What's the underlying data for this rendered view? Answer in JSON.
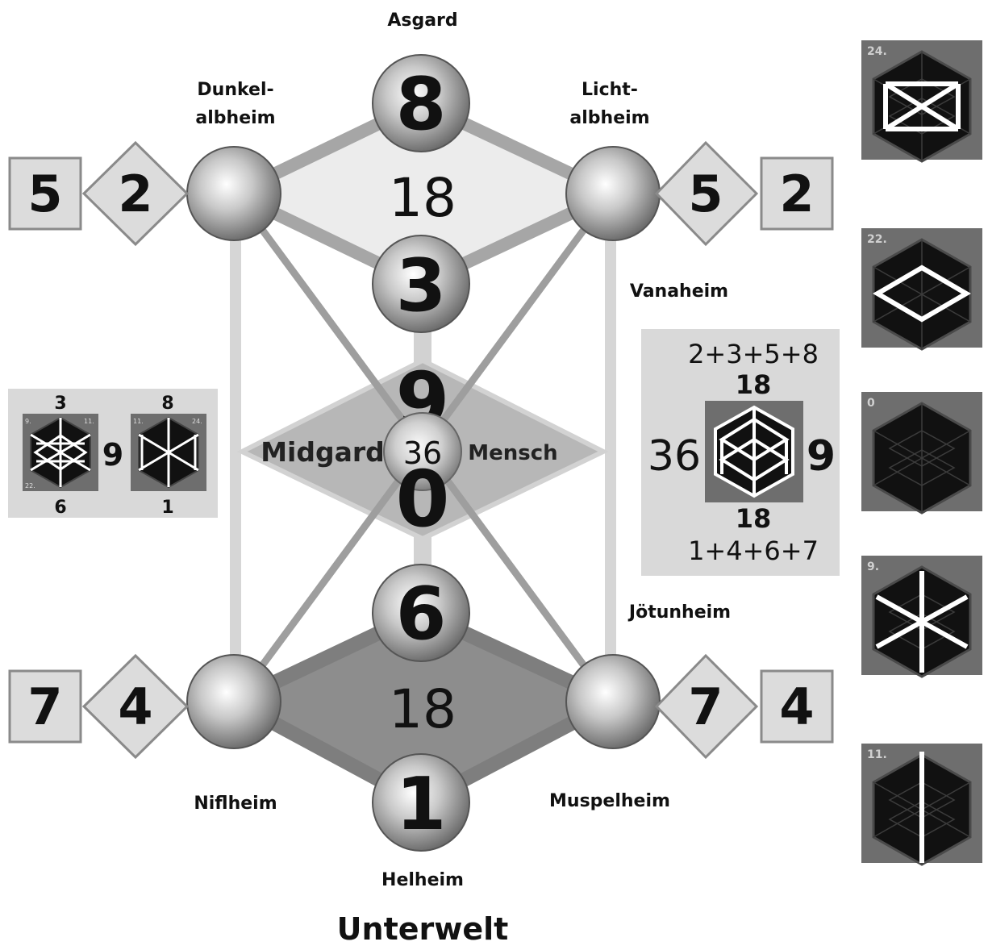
{
  "labels": {
    "asgard": "Asgard",
    "dunkelalbheim_1": "Dunkel-",
    "dunkelalbheim_2": "albheim",
    "lichtalbheim_1": "Licht-",
    "lichtalbheim_2": "albheim",
    "vanaheim": "Vanaheim",
    "midgard": "Midgard",
    "mensch": "Mensch",
    "jotunheim": "Jötunheim",
    "niflheim": "Niflheim",
    "muspelheim": "Muspelheim",
    "helheim": "Helheim",
    "unterwelt": "Unterwelt"
  },
  "spheres": {
    "top": "8",
    "upper_inner": "3",
    "center": "36",
    "lower_inner": "6",
    "bottom": "1"
  },
  "center_digits": {
    "upper": "9",
    "lower": "0"
  },
  "diamond_sums": {
    "upper": "18",
    "lower": "18"
  },
  "side_tokens": {
    "upper_left_box": "5",
    "upper_left_diamond": "2",
    "upper_right_diamond": "5",
    "upper_right_box": "2",
    "lower_left_box": "7",
    "lower_left_diamond": "4",
    "lower_right_diamond": "7",
    "lower_right_box": "4"
  },
  "left_panel": {
    "top_left": "3",
    "top_right": "8",
    "bottom_left": "6",
    "bottom_right": "1",
    "middle": "9",
    "hex1_corner_tl": "9.",
    "hex1_corner_tr": "11.",
    "hex1_corner_bl": "22.",
    "hex2_corner_tl": "11.",
    "hex2_corner_tr": "24."
  },
  "right_panel": {
    "top_sum": "2+3+5+8",
    "top_total": "18",
    "left_value": "36",
    "right_value": "9",
    "bottom_total": "18",
    "bottom_sum": "1+4+6+7"
  },
  "hex_tiles": [
    {
      "number": "24.",
      "pattern": "hourglass"
    },
    {
      "number": "22.",
      "pattern": "diamond"
    },
    {
      "number": "0",
      "pattern": "empty"
    },
    {
      "number": "9.",
      "pattern": "asterisk"
    },
    {
      "number": "11.",
      "pattern": "vertical"
    }
  ],
  "colors": {
    "background": "#ffffff",
    "light_line": "#d4d4d4",
    "mid_line": "#a8a8a8",
    "dark_line": "#8a8a8a",
    "tile_bg": "#6e6e6e",
    "hex_fill": "#111111"
  }
}
